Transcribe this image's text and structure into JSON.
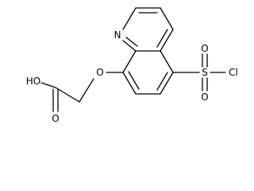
{
  "molecule": {
    "atoms": {
      "nitrogen": "N",
      "ether_oxygen": "O",
      "hydroxyl": "HO",
      "carbonyl_oxygen": "O",
      "sulfur": "S",
      "sulfonyl_oxygen_top": "O",
      "sulfonyl_oxygen_bottom": "O",
      "chlorine": "Cl"
    }
  }
}
